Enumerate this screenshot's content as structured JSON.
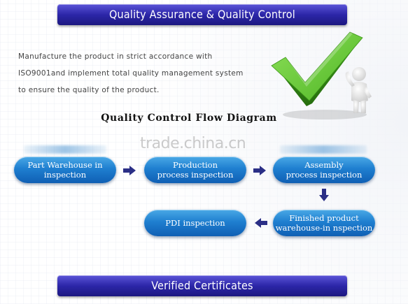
{
  "headers": {
    "top": "Quality Assurance & Quality Control",
    "bottom": "Verified Certificates"
  },
  "intro_lines": [
    "Manufacture the product in strict accordance with",
    "ISO9001and implement total quality management system",
    "to ensure the quality of the product."
  ],
  "diagram_title": "Quality Control Flow Diagram",
  "watermark": "trade.china.cn",
  "nodes": {
    "part_warehouse": [
      "Part Warehouse in",
      "inspection"
    ],
    "production": [
      "Production",
      "process inspection"
    ],
    "assembly": [
      "Assembly",
      "process inspection"
    ],
    "finished": [
      "Finished product",
      "warehouse-in nspection"
    ],
    "pdi": [
      "PDI inspection"
    ]
  },
  "icons": {
    "checkmark": "green-checkmark-illustration",
    "figure": "white-3d-person-figure",
    "arrow": "navy-arrow"
  },
  "colors": {
    "header": "#2c26a8",
    "node": "#1f7fd0",
    "arrow": "#2b2f86",
    "check": "#57c22b"
  }
}
